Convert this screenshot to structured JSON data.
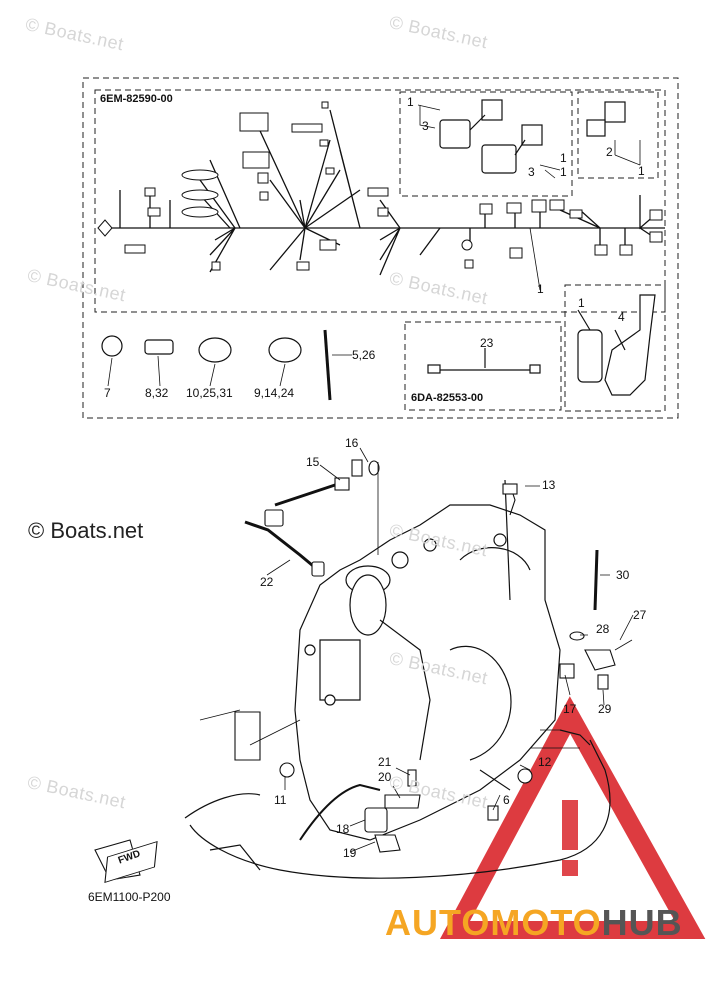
{
  "watermarks": [
    "© Boats.net",
    "© Boats.net",
    "© Boats.net",
    "© Boats.net",
    "© Boats.net",
    "© Boats.net",
    "© Boats.net",
    "© Boats.net"
  ],
  "main_watermark": "© Boats.net",
  "harness_code": "6EM-82590-00",
  "lead_code": "6DA-82553-00",
  "drawing_code": "6EM1100-P200",
  "fwd_label": "FWD",
  "brand": {
    "part1": "AUTOMOTO",
    "part2": "HUB",
    "color1": "#f5a623",
    "color2": "#555555",
    "triangle_color": "#d9262b"
  },
  "callouts": [
    "1",
    "3",
    "1",
    "3",
    "1",
    "2",
    "1",
    "1",
    "1",
    "4",
    "7",
    "8,32",
    "10,25,31",
    "9,14,24",
    "5,26",
    "23",
    "16",
    "15",
    "13",
    "22",
    "30",
    "27",
    "28",
    "17",
    "29",
    "12",
    "6",
    "21",
    "20",
    "11",
    "18",
    "19"
  ]
}
